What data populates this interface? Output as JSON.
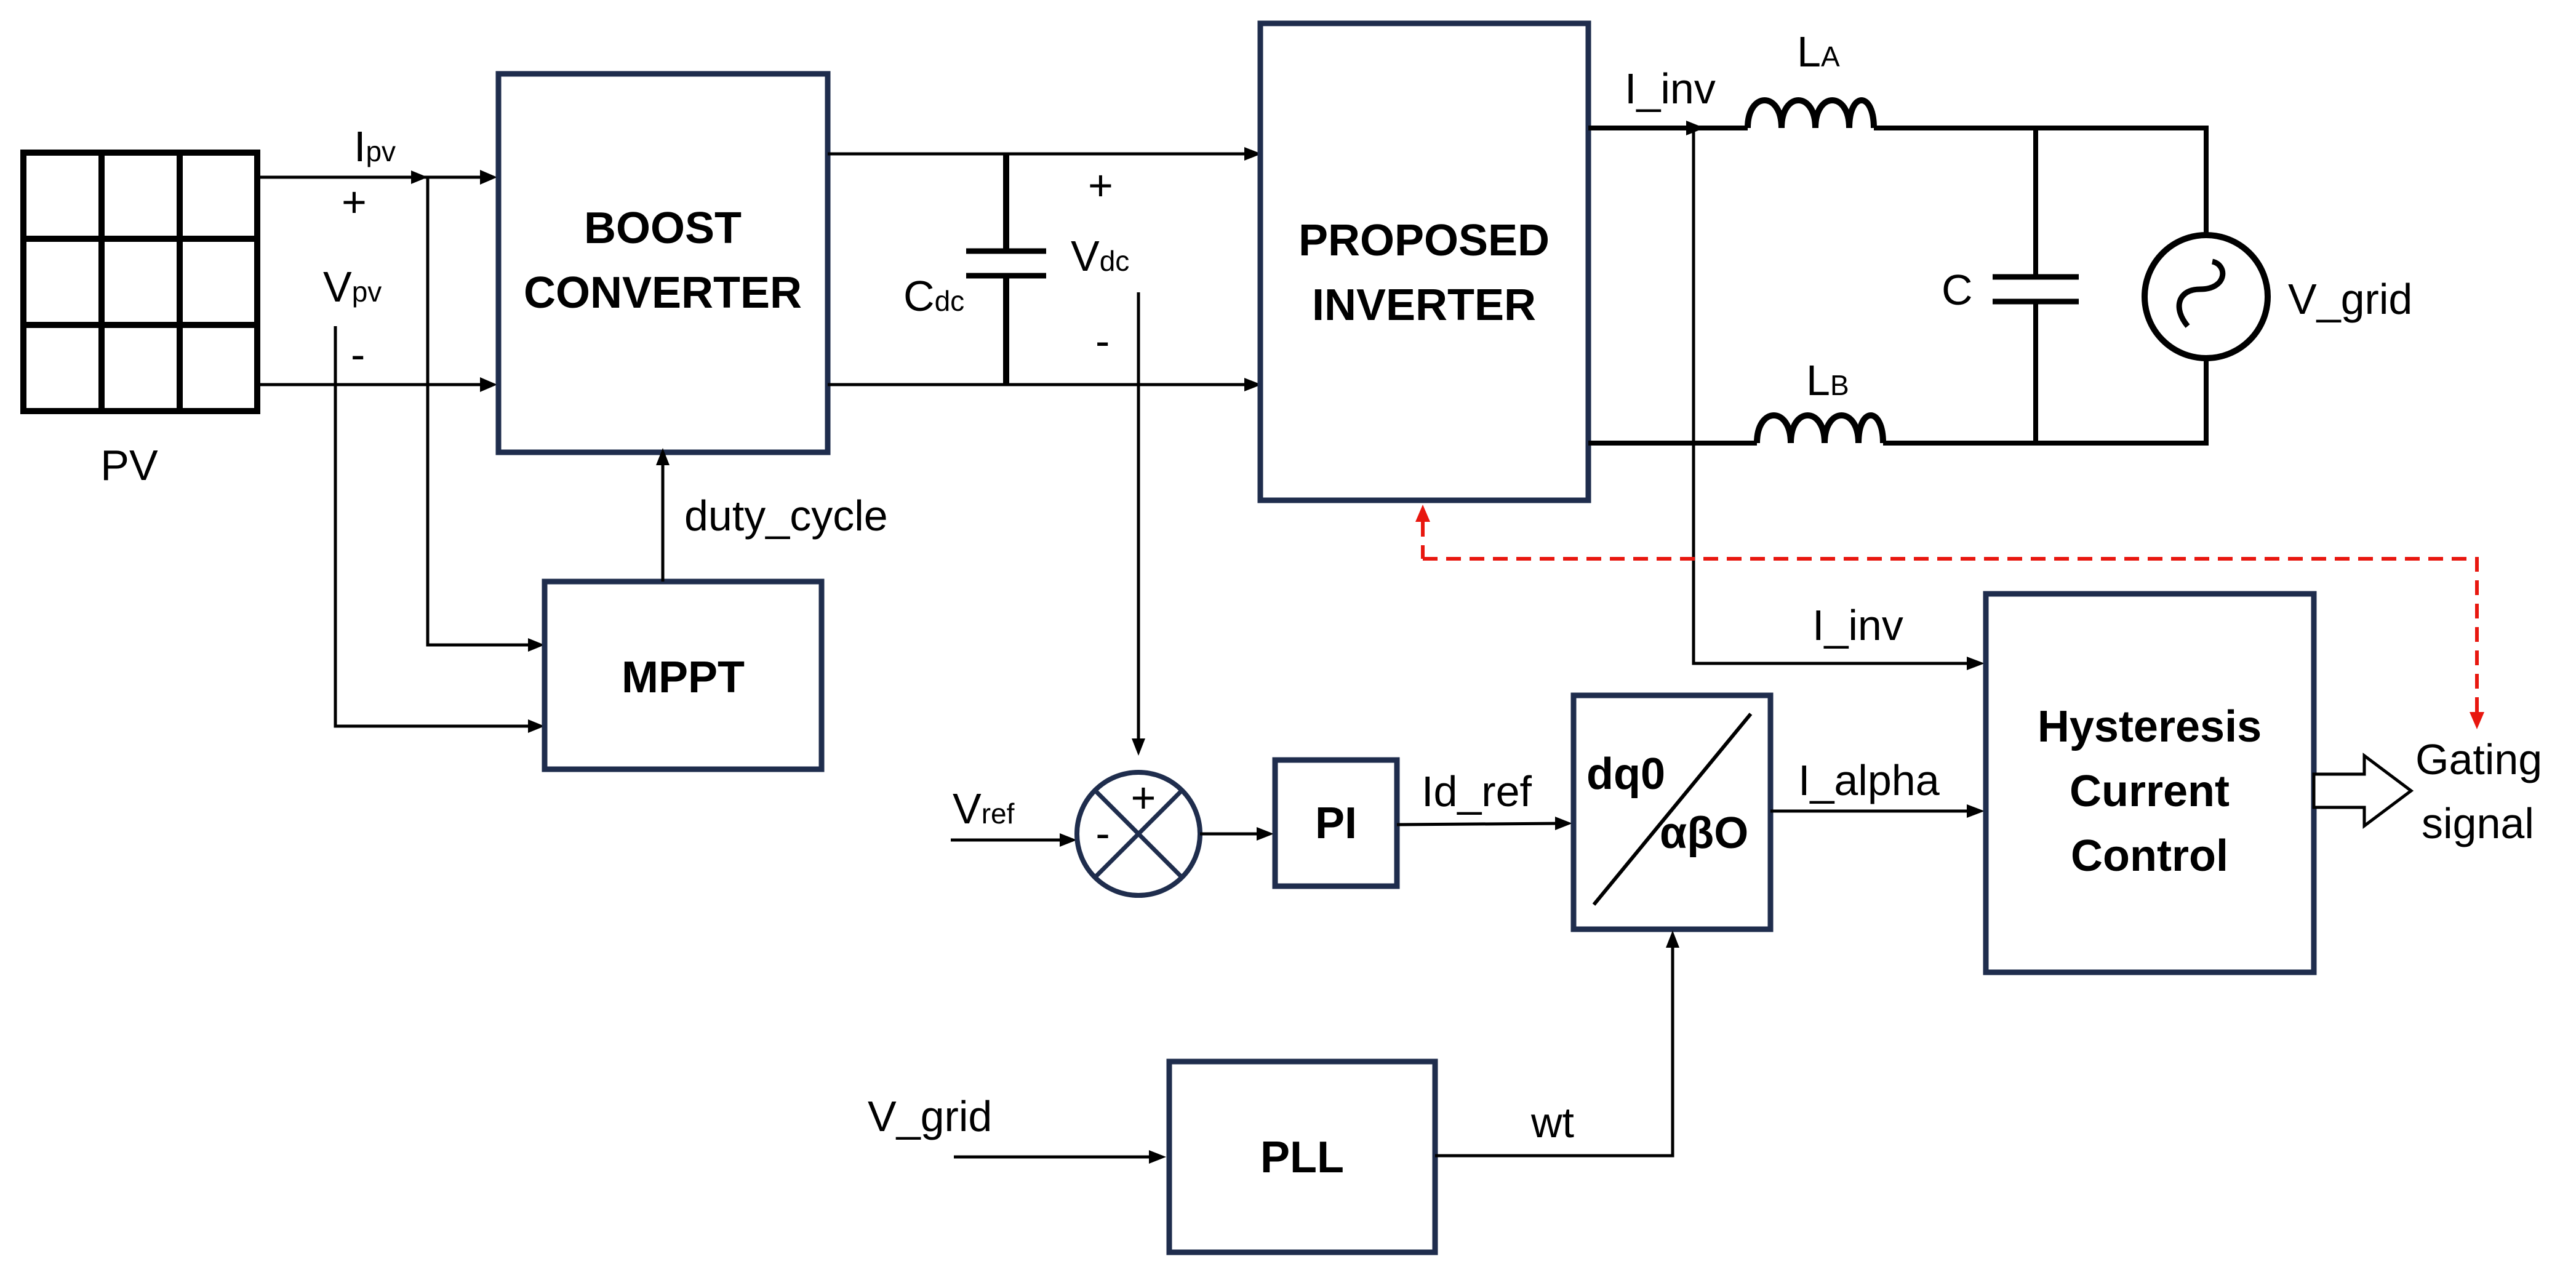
{
  "pv": {
    "label": "PV"
  },
  "signals": {
    "ipv_base": "I",
    "ipv_sub": "pv",
    "plus": "+",
    "minus": "-",
    "vpv_base": "V",
    "vpv_sub": "pv",
    "cdc_base": "C",
    "cdc_sub": "dc",
    "vdc_base": "V",
    "vdc_sub": "dc",
    "duty_cycle": "duty_cycle",
    "i_inv_top": "I_inv",
    "la_base": "L",
    "la_sub": "A",
    "lb_base": "L",
    "lb_sub": "B",
    "cap": "C",
    "v_grid_source": "V_grid",
    "i_inv_mid": "I_inv",
    "vref_base": "V",
    "vref_sub": "ref",
    "id_ref": "Id_ref",
    "i_alpha": "I_alpha",
    "v_grid_in": "V_grid",
    "wt": "wt",
    "gating_line1": "Gating",
    "gating_line2": "signal"
  },
  "blocks": {
    "boost_line1": "BOOST",
    "boost_line2": "CONVERTER",
    "inverter_line1": "PROPOSED",
    "inverter_line2": "INVERTER",
    "mppt": "MPPT",
    "pi": "PI",
    "dq0_top": "dq0",
    "dq0_bottom": "αβO",
    "hcc_line1": "Hysteresis",
    "hcc_line2": "Current",
    "hcc_line3": "Control",
    "pll": "PLL"
  },
  "summing_junction": {
    "plus": "+",
    "minus": "-"
  },
  "colors": {
    "block_border": "#1f2d4d",
    "feedback_dashed": "#e8170f"
  }
}
